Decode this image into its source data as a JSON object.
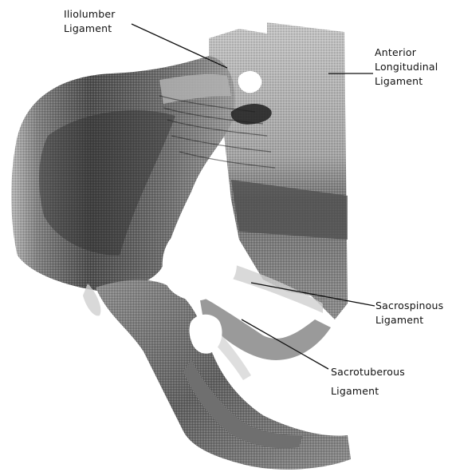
{
  "labels": {
    "iliolumber": [
      "Iliolumber",
      "Ligament"
    ],
    "anterior_longitudinal": [
      "Anterior",
      "Longitudinal",
      "Ligament"
    ],
    "sacrospinous": [
      "Sacrospinous",
      "Ligament"
    ],
    "sacrotuberous": [
      "Sacrotuberous",
      "Ligament"
    ]
  },
  "colors": {
    "bone_dark": "#3a3a3a",
    "bone_mid": "#7a7a7a",
    "bone_light": "#bdbdbd",
    "background": "#ffffff",
    "leader_line": "#111111"
  }
}
